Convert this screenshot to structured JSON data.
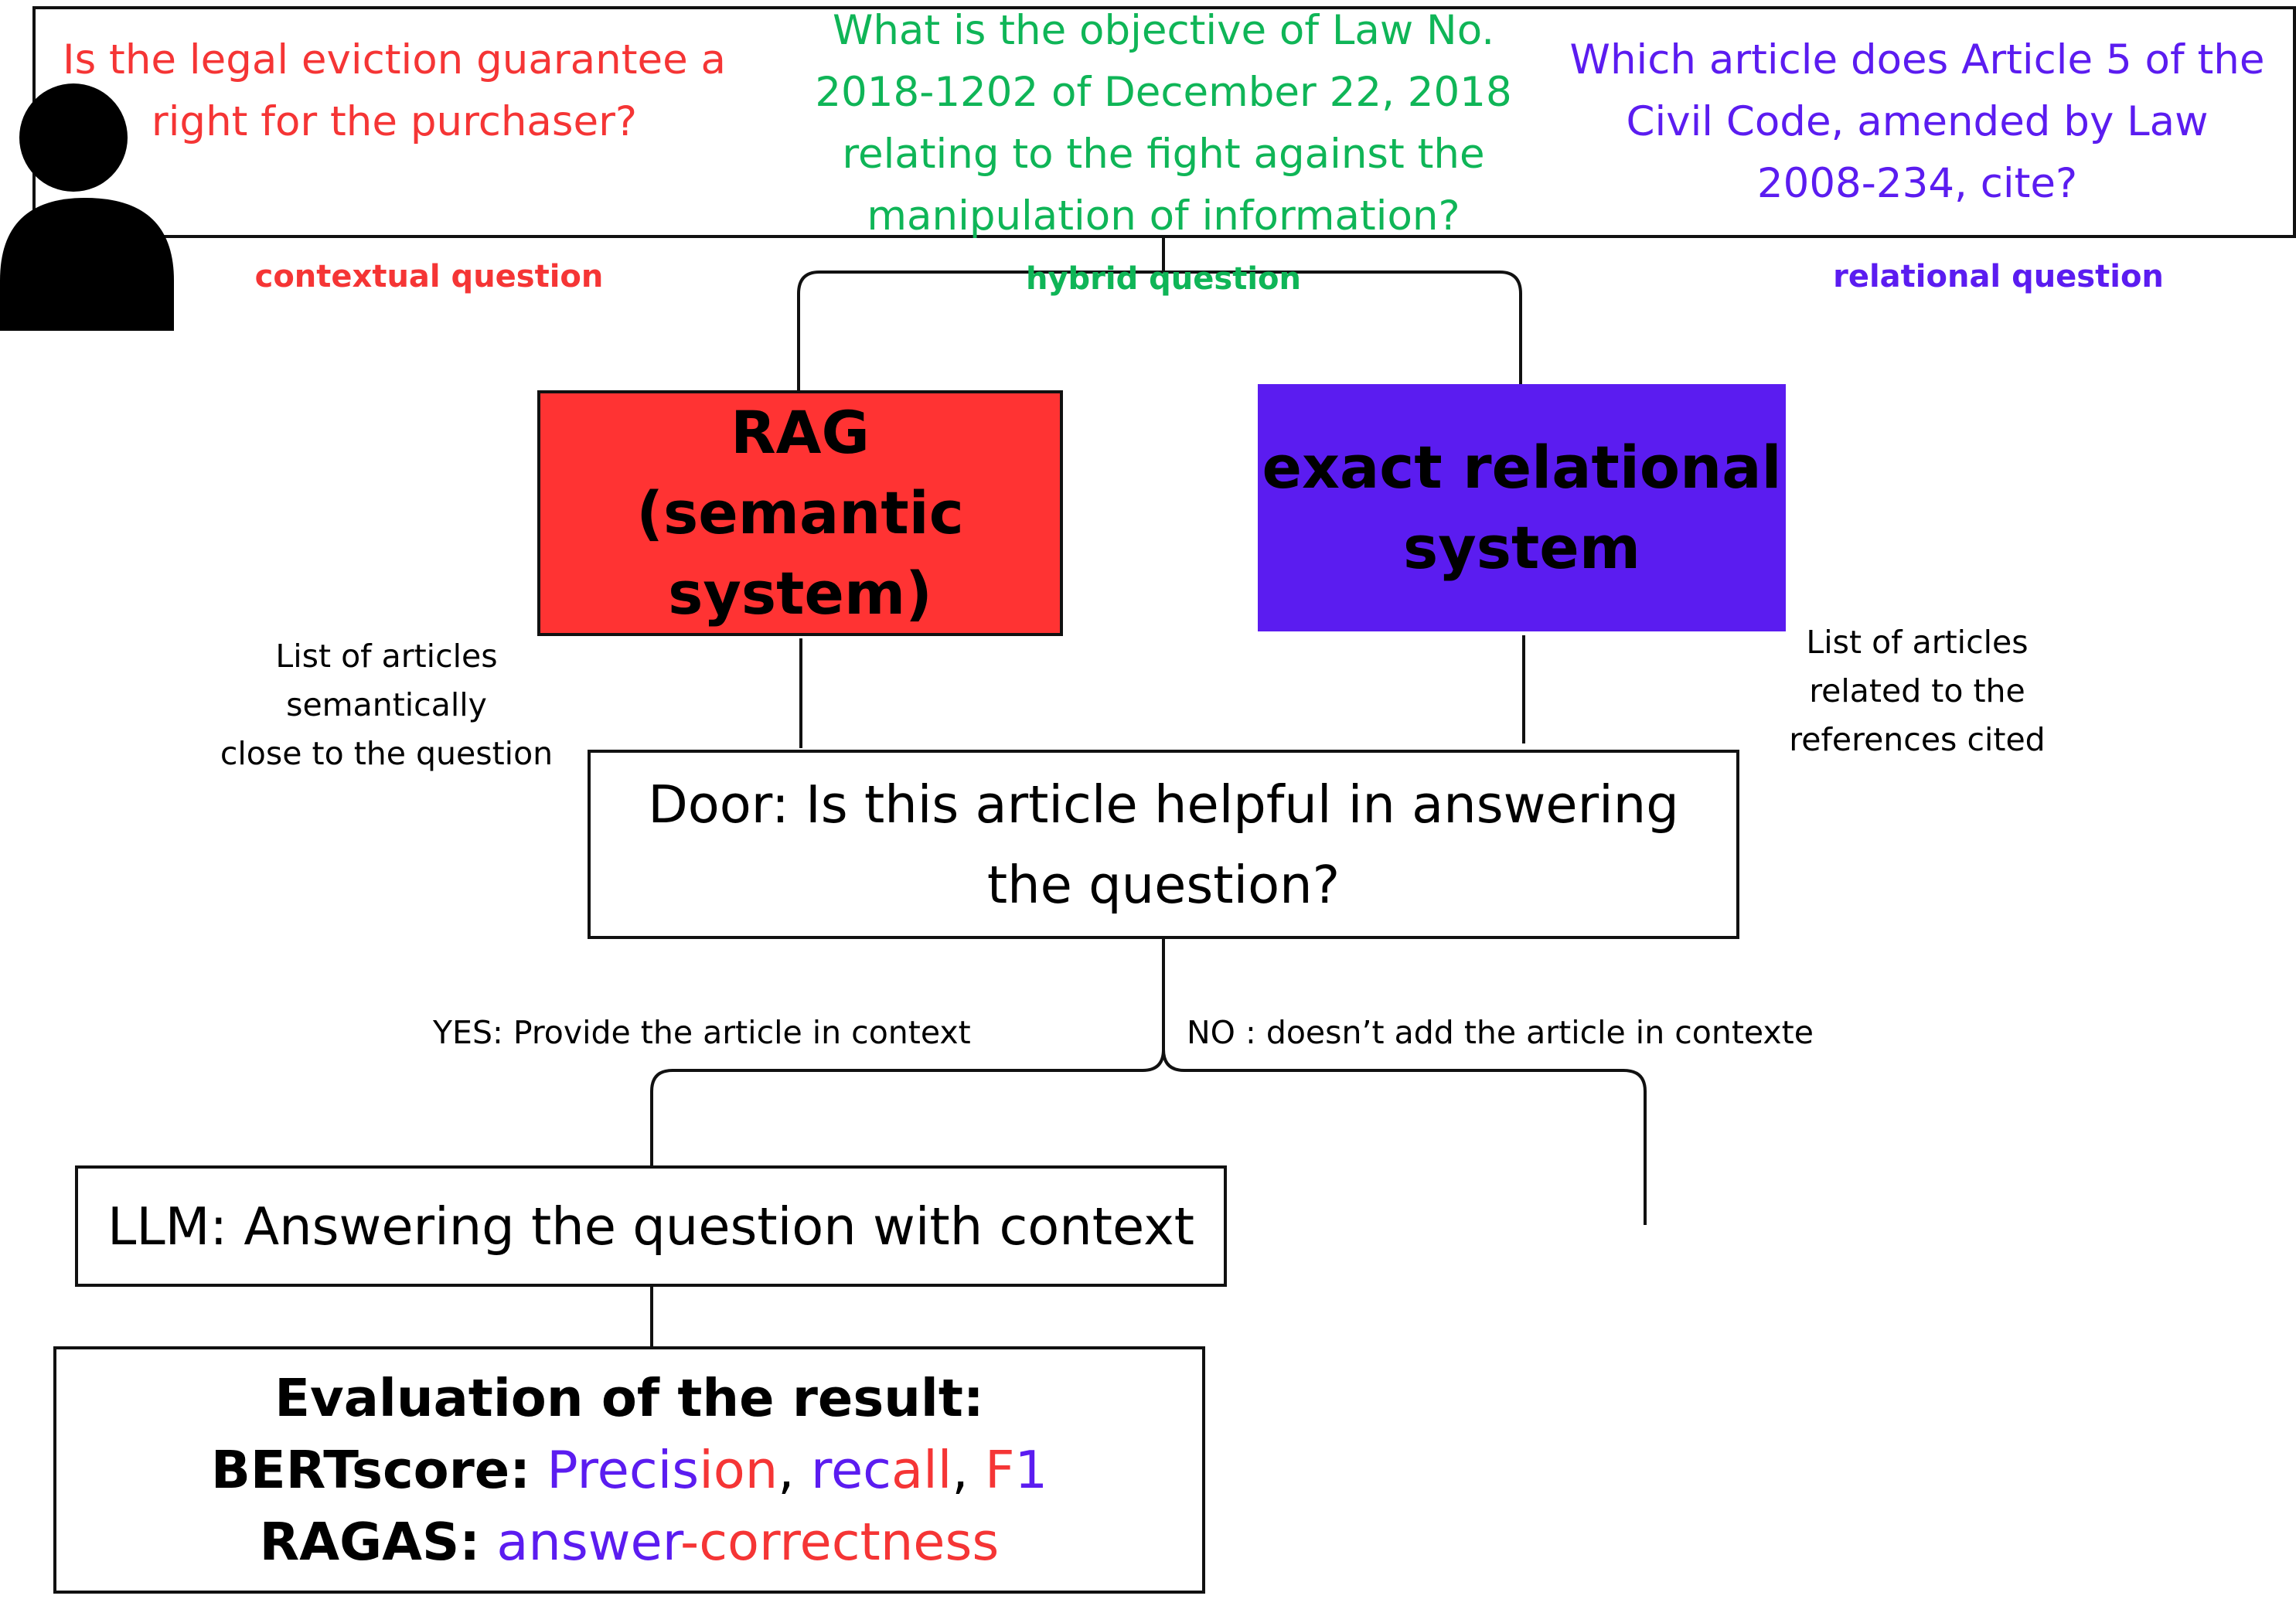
{
  "questions": {
    "contextual": {
      "text": "Is the legal eviction guarantee a right for the purchaser?",
      "type_label": "contextual question",
      "color": "#f53535"
    },
    "hybrid": {
      "text": "What is the objective of Law No. 2018-1202 of December 22, 2018 relating to the fight against the manipulation of information?",
      "type_label": "hybrid question",
      "color": "#0fb557"
    },
    "relational": {
      "text": "Which article does Article 5 of the Civil Code, amended by Law 2008-234, cite?",
      "type_label": "relational question",
      "color": "#5b1cf0"
    }
  },
  "systems": {
    "rag": {
      "line1": "RAG",
      "line2": "(semantic system)",
      "fill": "#ff3333"
    },
    "relational": {
      "line1": "exact relational",
      "line2": "system",
      "fill": "#5b1cf0"
    }
  },
  "notes": {
    "rag_output": [
      "List of articles",
      "semantically",
      "close to the question"
    ],
    "relational_output": [
      "List of articles",
      "related to the",
      "references cited"
    ]
  },
  "door": {
    "text": "Door: Is this article helpful in answering the question?"
  },
  "branches": {
    "yes": "YES: Provide the article in context",
    "no": "NO : doesn’t add the article in contexte"
  },
  "llm": {
    "text": "LLM: Answering the question with context"
  },
  "evaluation": {
    "title": "Evaluation of the result:",
    "bert_label": "BERTscore:",
    "bert_metrics": [
      "Precision",
      "recall",
      "F1"
    ],
    "ragas_label": "RAGAS:",
    "ragas_metric": "answer-correctness"
  },
  "icons": {
    "user": "user-icon"
  }
}
